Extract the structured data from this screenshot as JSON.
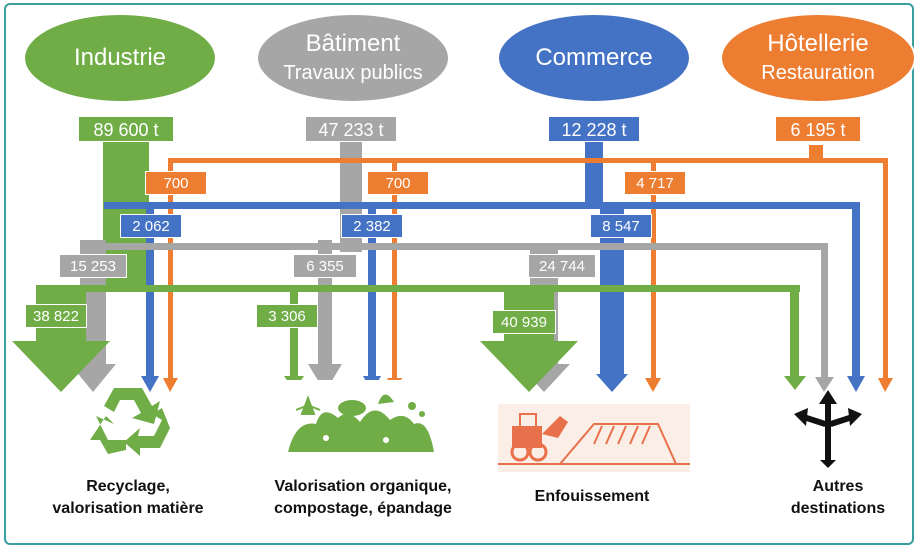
{
  "sources": {
    "industrie": {
      "name": "Industrie",
      "total": "89 600 t",
      "color": "#70ad47"
    },
    "btp": {
      "name": "Bâtiment",
      "sub": "Travaux publics",
      "total": "47 233 t",
      "color": "#a6a6a6"
    },
    "commerce": {
      "name": "Commerce",
      "total": "12 228 t",
      "color": "#4472c4"
    },
    "hotellerie": {
      "name": "Hôtellerie",
      "sub": "Restauration",
      "total": "6 195 t",
      "color": "#ed7d31"
    }
  },
  "flows": {
    "ind_recyclage": "38 822",
    "ind_organique": "3 306",
    "ind_enfouissement": "40 939",
    "btp_recyclage": "15 253",
    "btp_organique": "6 355",
    "btp_enfouissement": "24 744",
    "com_recyclage": "2 062",
    "com_organique": "2 382",
    "com_enfouissement": "8 547",
    "hot_recyclage": "700",
    "hot_organique": "700",
    "hot_enfouissement": "4 717"
  },
  "destinations": {
    "recyclage": {
      "line1": "Recyclage,",
      "line2": "valorisation matière"
    },
    "organique": {
      "line1": "Valorisation organique,",
      "line2": "compostage, épandage"
    },
    "enfouissement": {
      "line1": "Enfouissement"
    },
    "autres": {
      "line1": "Autres",
      "line2": "destinations"
    }
  },
  "icons": {
    "recyclage": "recycle-icon",
    "organique": "compost-icon",
    "enfouissement": "bulldozer-landfill-icon",
    "autres": "crossroads-arrows-icon"
  }
}
